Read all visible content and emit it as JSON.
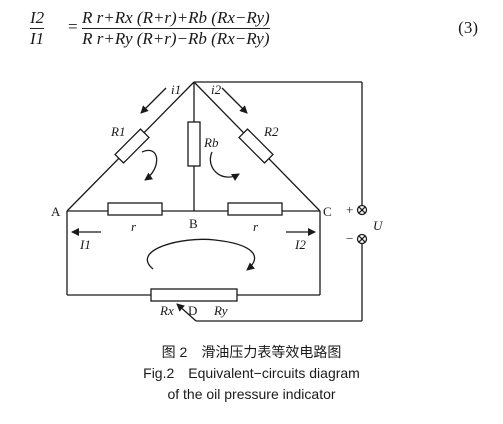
{
  "equation": {
    "lhs_numerator": "I2",
    "lhs_denominator": "I1",
    "equals": "=",
    "rhs_numerator": "R r+Rx (R+r)+Rb (Rx−Ry)",
    "rhs_denominator": "R r+Ry (R+r)−Rb (Rx−Ry)",
    "number": "(3)"
  },
  "diagram": {
    "nodes": {
      "a": "A",
      "b": "B",
      "c": "C",
      "d": "D"
    },
    "resistors": {
      "r1": "R1",
      "r2": "R2",
      "rb": "Rb",
      "r_left": "r",
      "r_right": "r",
      "rx": "Rx",
      "ry": "Ry"
    },
    "currents": {
      "i1": "i1",
      "i2": "i2",
      "big_i1": "I1",
      "big_i2": "I2"
    },
    "source": {
      "plus": "+",
      "minus": "−",
      "u": "U"
    }
  },
  "caption": {
    "zh": "图 2　滑油压力表等效电路图",
    "en_line1": "Fig.2　Equivalent−circuits diagram",
    "en_line2": "of the oil pressure indicator"
  }
}
